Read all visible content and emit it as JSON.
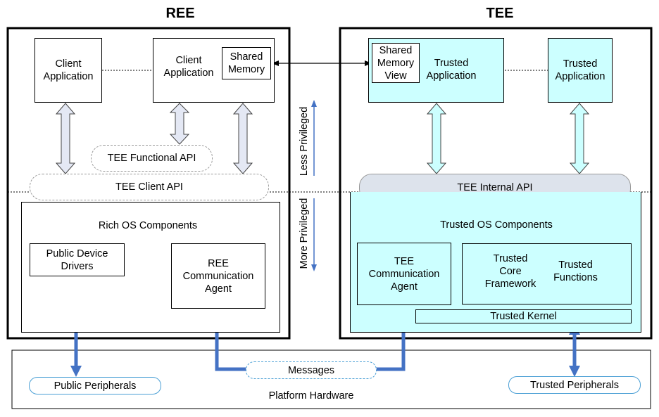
{
  "ree": {
    "title": "REE",
    "client_app_1": "Client\nApplication",
    "client_app_2": "Client\nApplication",
    "shared_memory": "Shared\nMemory",
    "functional_api": "TEE Functional API",
    "client_api": "TEE Client API",
    "rich_os": "Rich OS Components",
    "device_drivers": "Public Device\nDrivers",
    "comm_agent": "REE\nCommunication\nAgent"
  },
  "tee": {
    "title": "TEE",
    "shared_memory_view": "Shared\nMemory\nView",
    "trusted_app_1": "Trusted\nApplication",
    "trusted_app_2": "Trusted\nApplication",
    "internal_api": "TEE Internal API",
    "trusted_os": "Trusted OS Components",
    "comm_agent": "TEE\nCommunication\nAgent",
    "core_framework": "Trusted\nCore\nFramework",
    "trusted_functions": "Trusted\nFunctions",
    "trusted_kernel": "Trusted Kernel"
  },
  "privilege": {
    "less": "Less Privileged",
    "more": "More Privileged"
  },
  "hardware": {
    "platform": "Platform Hardware",
    "public_peripherals": "Public Peripherals",
    "trusted_peripherals": "Trusted Peripherals",
    "messages": "Messages"
  },
  "colors": {
    "trusted_fill": "#ccffff",
    "api_fill": "#dde3ec",
    "arrow_blue": "#4472c4",
    "light_arrow_fill": "#e4e8f4"
  }
}
